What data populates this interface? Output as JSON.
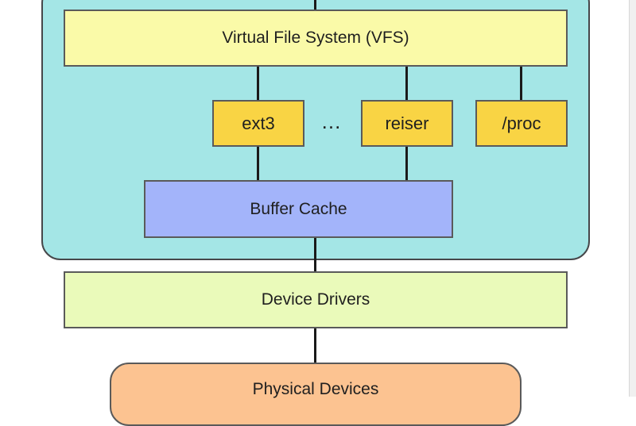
{
  "diagram": {
    "vfs": "Virtual File System (VFS)",
    "filesystems": [
      "ext3",
      "reiser",
      "/proc"
    ],
    "ellipsis": "...",
    "buffer_cache": "Buffer Cache",
    "device_drivers": "Device Drivers",
    "physical_devices": "Physical Devices"
  },
  "colors": {
    "kernel_region": "#a4e6e6",
    "vfs": "#fafaa8",
    "filesystem": "#f9d444",
    "buffer_cache": "#a3b4fa",
    "device_drivers": "#eafaba",
    "physical_devices": "#fcc391"
  }
}
